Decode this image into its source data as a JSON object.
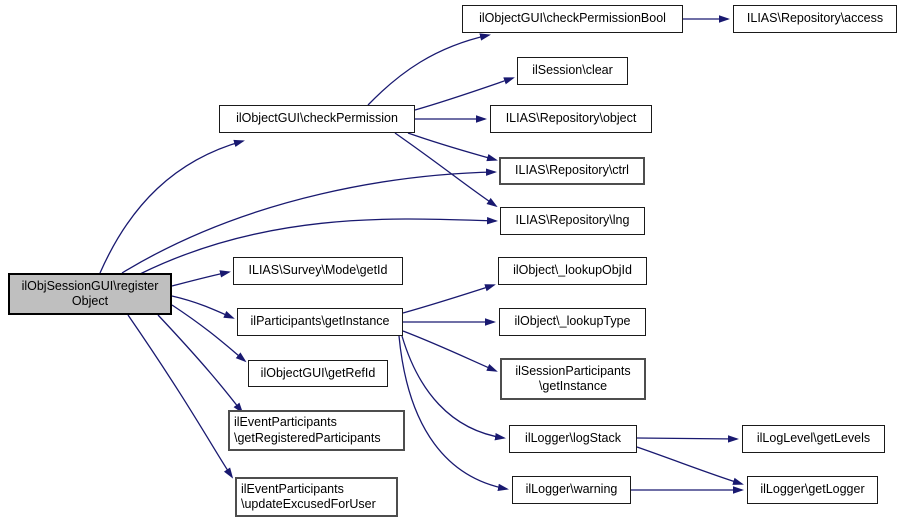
{
  "diagram": {
    "type": "call-graph",
    "colors": {
      "edge": "#191970",
      "node_bg": "#ffffff",
      "node_border": "#1a1a1a",
      "highlight_bg": "#bfbfbf",
      "background": "#ffffff"
    },
    "nodes": [
      {
        "id": "registerObject",
        "label": "ilObjSessionGUI\\register\nObject",
        "highlighted": true
      },
      {
        "id": "checkPermission",
        "label": "ilObjectGUI\\checkPermission",
        "highlighted": false
      },
      {
        "id": "surveyGetId",
        "label": "ILIAS\\Survey\\Mode\\getId",
        "highlighted": false
      },
      {
        "id": "participantsGetInstance",
        "label": "ilParticipants\\getInstance",
        "highlighted": false
      },
      {
        "id": "getRefId",
        "label": "ilObjectGUI\\getRefId",
        "highlighted": false
      },
      {
        "id": "eventRegistered",
        "label": "ilEventParticipants\n\\getRegisteredParticipants",
        "highlighted": false
      },
      {
        "id": "eventUpdate",
        "label": "ilEventParticipants\n\\updateExcusedForUser",
        "highlighted": false
      },
      {
        "id": "checkPermissionBool",
        "label": "ilObjectGUI\\checkPermissionBool",
        "highlighted": false
      },
      {
        "id": "repoAccess",
        "label": "ILIAS\\Repository\\access",
        "highlighted": false
      },
      {
        "id": "sessionClear",
        "label": "ilSession\\clear",
        "highlighted": false
      },
      {
        "id": "repoObject",
        "label": "ILIAS\\Repository\\object",
        "highlighted": false
      },
      {
        "id": "repoCtrl",
        "label": "ILIAS\\Repository\\ctrl",
        "highlighted": false
      },
      {
        "id": "repoLng",
        "label": "ILIAS\\Repository\\lng",
        "highlighted": false
      },
      {
        "id": "lookupObjId",
        "label": "ilObject\\_lookupObjId",
        "highlighted": false
      },
      {
        "id": "lookupType",
        "label": "ilObject\\_lookupType",
        "highlighted": false
      },
      {
        "id": "sessionParticipants",
        "label": "ilSessionParticipants\n\\getInstance",
        "highlighted": false
      },
      {
        "id": "loggerLogStack",
        "label": "ilLogger\\logStack",
        "highlighted": false
      },
      {
        "id": "loggerWarning",
        "label": "ilLogger\\warning",
        "highlighted": false
      },
      {
        "id": "logLevelGetLevels",
        "label": "ilLogLevel\\getLevels",
        "highlighted": false
      },
      {
        "id": "loggerGetLogger",
        "label": "ilLogger\\getLogger",
        "highlighted": false
      }
    ],
    "edges": [
      {
        "from": "registerObject",
        "to": "checkPermission"
      },
      {
        "from": "registerObject",
        "to": "repoCtrl"
      },
      {
        "from": "registerObject",
        "to": "repoLng"
      },
      {
        "from": "registerObject",
        "to": "surveyGetId"
      },
      {
        "from": "registerObject",
        "to": "participantsGetInstance"
      },
      {
        "from": "registerObject",
        "to": "getRefId"
      },
      {
        "from": "registerObject",
        "to": "eventRegistered"
      },
      {
        "from": "registerObject",
        "to": "eventUpdate"
      },
      {
        "from": "checkPermission",
        "to": "checkPermissionBool"
      },
      {
        "from": "checkPermission",
        "to": "sessionClear"
      },
      {
        "from": "checkPermission",
        "to": "repoObject"
      },
      {
        "from": "checkPermission",
        "to": "repoCtrl"
      },
      {
        "from": "checkPermission",
        "to": "repoLng"
      },
      {
        "from": "checkPermissionBool",
        "to": "repoAccess"
      },
      {
        "from": "participantsGetInstance",
        "to": "lookupObjId"
      },
      {
        "from": "participantsGetInstance",
        "to": "lookupType"
      },
      {
        "from": "participantsGetInstance",
        "to": "sessionParticipants"
      },
      {
        "from": "participantsGetInstance",
        "to": "loggerLogStack"
      },
      {
        "from": "participantsGetInstance",
        "to": "loggerWarning"
      },
      {
        "from": "loggerLogStack",
        "to": "logLevelGetLevels"
      },
      {
        "from": "loggerLogStack",
        "to": "loggerGetLogger"
      },
      {
        "from": "loggerWarning",
        "to": "loggerGetLogger"
      }
    ]
  }
}
